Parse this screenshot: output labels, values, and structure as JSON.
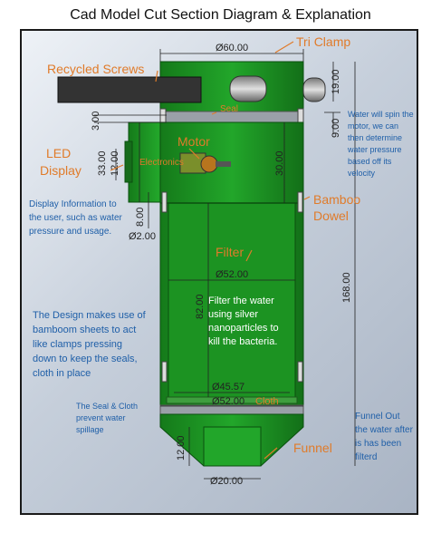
{
  "title": "Cad Model Cut Section Diagram & Explanation",
  "dimensions": {
    "d60": "Ø60.00",
    "d19": "19.00",
    "d3": "3.00",
    "d9": "9.00",
    "d33": "33.00",
    "d12": "12.00",
    "d30": "30.00",
    "d8": "8.00",
    "d2": "Ø2.00",
    "d52a": "Ø52.00",
    "d82": "82.00",
    "d168": "168.00",
    "d4557": "Ø45.57",
    "d52b": "Ø52.00",
    "d12b": "12.00",
    "d20": "Ø20.00"
  },
  "labels": {
    "tri_clamp": "Tri Clamp",
    "recycled_screws": "Recycled Screws",
    "seal": "Seal",
    "motor": "Motor",
    "electronics": "Electronics",
    "led_display_1": "LED",
    "led_display_2": "Display",
    "bamboo_1": "Bamboo",
    "bamboo_2": "Dowel",
    "filter": "Filter",
    "cloth": "Cloth",
    "funnel": "Funnel"
  },
  "notes": {
    "water_spin": "Water will spin the motor, we can then determine water pressure based off its velocity",
    "display_info": "Display Information to the user, such as water pressure and usage.",
    "filter_desc": "Filter the water using silver nanoparticles to kill the bacteria.",
    "design": "The Design makes use of bamboom sheets to act like clamps pressing down to keep the seals, cloth in place",
    "seal_cloth": "The Seal & Cloth prevent water spillage",
    "funnel_out": "Funnel Out the water after is has been filterd"
  },
  "colors": {
    "body_green": "#1f9a25",
    "body_dark": "#0f6b14",
    "annotation_orange": "#e07b2a",
    "note_blue": "#1f5fa8"
  }
}
